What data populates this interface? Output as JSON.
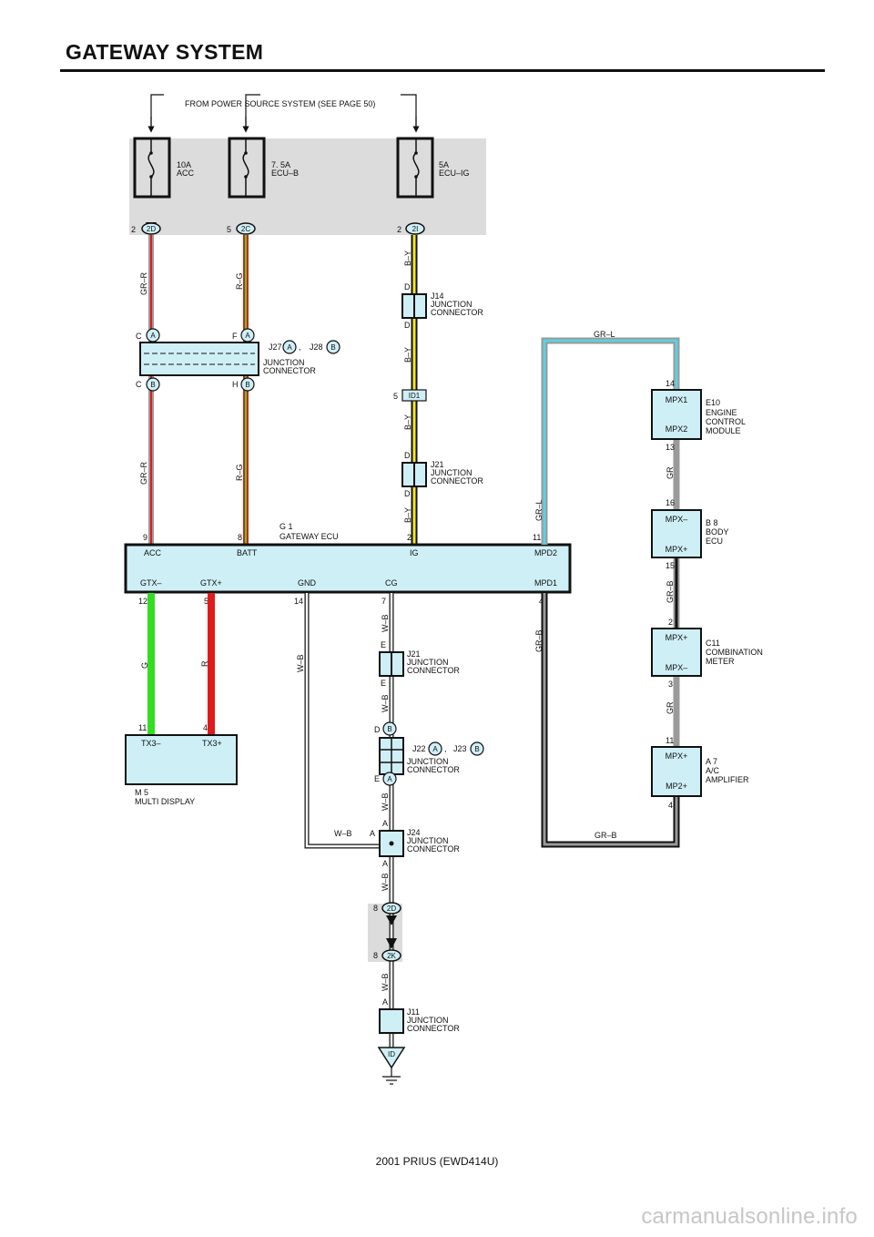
{
  "page": {
    "title": "GATEWAY SYSTEM",
    "footer": "2001 PRIUS (EWD414U)",
    "watermark": "carmanualsonline.info"
  },
  "power_source": "FROM POWER SOURCE SYSTEM (SEE PAGE 50)",
  "fuses": [
    {
      "amp": "10A",
      "name": "ACC",
      "pin": "2",
      "connector": "2D"
    },
    {
      "amp": "7. 5A",
      "name": "ECU–B",
      "pin": "5",
      "connector": "2C"
    },
    {
      "amp": "5A",
      "name": "ECU–IG",
      "pin": "2",
      "connector": "2I"
    }
  ],
  "wires": {
    "gr_r": "GR–R",
    "r_g": "R–G",
    "b_y": "B–Y",
    "gr_l": "GR–L",
    "gr": "GR",
    "gr_b": "GR–B",
    "g": "G",
    "r": "R",
    "w_b": "W–B"
  },
  "junctions": {
    "j14": {
      "ref": "J14",
      "desc1": "JUNCTION",
      "desc2": "CONNECTOR",
      "pin": "D"
    },
    "j27_j28": {
      "ref1": "J27",
      "ref2": "J28",
      "sep": ",",
      "desc1": "JUNCTION",
      "desc2": "CONNECTOR",
      "badge_a": "A",
      "badge_b": "B",
      "pin_c": "C",
      "pin_f": "F",
      "pin_h": "H"
    },
    "id1": {
      "pin": "5",
      "label": "ID1"
    },
    "j21_top": {
      "ref": "J21",
      "desc1": "JUNCTION",
      "desc2": "CONNECTOR",
      "pin": "D"
    },
    "j21_bottom": {
      "ref": "J21",
      "desc1": "JUNCTION",
      "desc2": "CONNECTOR",
      "pin": "E"
    },
    "j22_j23": {
      "ref1": "J22",
      "ref2": "J23",
      "sep": ",",
      "desc1": "JUNCTION",
      "desc2": "CONNECTOR",
      "badge_a": "A",
      "badge_b": "B",
      "pin_d": "D",
      "pin_e": "E"
    },
    "j24": {
      "ref": "J24",
      "desc1": "JUNCTION",
      "desc2": "CONNECTOR",
      "pin": "A"
    },
    "c2d": {
      "pin": "8",
      "label": "2D"
    },
    "c2k": {
      "pin": "8",
      "label": "2K"
    },
    "j11": {
      "ref": "J11",
      "desc1": "JUNCTION",
      "desc2": "CONNECTOR",
      "pin": "A"
    },
    "ground": {
      "label": "ID"
    }
  },
  "gateway": {
    "ref": "G 1",
    "name": "GATEWAY ECU",
    "top_pins": {
      "acc": "9",
      "batt": "8",
      "ig": "2",
      "mpd2": "11"
    },
    "top_labels": {
      "acc": "ACC",
      "batt": "BATT",
      "ig": "IG",
      "mpd2": "MPD2"
    },
    "bottom_pins": {
      "gtxm": "12",
      "gtxp": "5",
      "gnd": "14",
      "cg": "7",
      "mpd1": "4"
    },
    "bottom_labels": {
      "gtxm": "GTX–",
      "gtxp": "GTX+",
      "gnd": "GND",
      "cg": "CG",
      "mpd1": "MPD1"
    }
  },
  "multi_display": {
    "ref": "M 5",
    "name": "MULTI DISPLAY",
    "pin_a": "11",
    "pin_b": "4",
    "label_a": "TX3–",
    "label_b": "TX3+"
  },
  "modules": [
    {
      "ref": "E10",
      "name1": "ENGINE",
      "name2": "CONTROL",
      "name3": "MODULE",
      "top_label": "MPX1",
      "bottom_label": "MPX2",
      "top_pin": "14",
      "bottom_pin": "13"
    },
    {
      "ref": "B 8",
      "name1": "BODY",
      "name2": "ECU",
      "name3": "",
      "top_label": "MPX–",
      "bottom_label": "MPX+",
      "top_pin": "16",
      "bottom_pin": "15"
    },
    {
      "ref": "C11",
      "name1": "COMBINATION",
      "name2": "METER",
      "name3": "",
      "top_label": "MPX+",
      "bottom_label": "MPX–",
      "top_pin": "2",
      "bottom_pin": "3"
    },
    {
      "ref": "A 7",
      "name1": "A/C",
      "name2": "AMPLIFIER",
      "name3": "",
      "top_label": "MPX+",
      "bottom_label": "MP2+",
      "top_pin": "11",
      "bottom_pin": "4"
    }
  ],
  "colors": {
    "red": "#e11b1b",
    "gray": "#9a9a9a",
    "green": "#33dd22",
    "yellow": "#f4e629",
    "cyan": "#5fd0e0",
    "box_fill": "#cfeff7",
    "shade": "#dcdcdc"
  }
}
